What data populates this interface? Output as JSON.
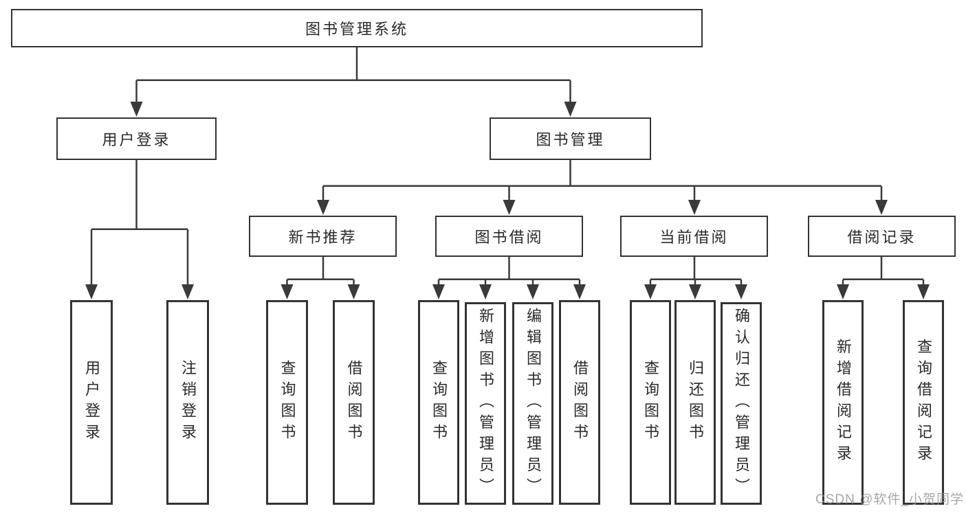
{
  "title": "图书管理系统",
  "watermark": "CSDN @软件_小贺同学",
  "colors": {
    "line": "#3a3a3a",
    "box_border": "#333333",
    "text": "#2a2a2a",
    "background": "#ffffff",
    "watermark": "#969696"
  },
  "nodes": {
    "root": {
      "label": "图书管理系统"
    },
    "user_login": {
      "label": "用户登录"
    },
    "book_mgmt": {
      "label": "图书管理"
    },
    "new_book_rec": {
      "label": "新书推荐"
    },
    "book_borrow": {
      "label": "图书借阅"
    },
    "current_borrow": {
      "label": "当前借阅"
    },
    "borrow_records": {
      "label": "借阅记录"
    },
    "leaf_user_login": {
      "label": "用户登录"
    },
    "leaf_logout": {
      "label": "注销登录"
    },
    "leaf_nbr_query": {
      "label": "查询图书"
    },
    "leaf_nbr_borrow": {
      "label": "借阅图书"
    },
    "leaf_bb_query": {
      "label": "查询图书"
    },
    "leaf_bb_add": {
      "label": "新增图书（管理员）"
    },
    "leaf_bb_edit": {
      "label": "编辑图书（管理员）"
    },
    "leaf_bb_borrow": {
      "label": "借阅图书"
    },
    "leaf_cb_query": {
      "label": "查询图书"
    },
    "leaf_cb_return": {
      "label": "归还图书"
    },
    "leaf_cb_confirm": {
      "label": "确认归还（管理员）"
    },
    "leaf_br_add": {
      "label": "新增借阅记录"
    },
    "leaf_br_query": {
      "label": "查询借阅记录"
    }
  },
  "edges": [
    [
      "root",
      "user_login"
    ],
    [
      "root",
      "book_mgmt"
    ],
    [
      "user_login",
      "leaf_user_login"
    ],
    [
      "user_login",
      "leaf_logout"
    ],
    [
      "book_mgmt",
      "new_book_rec"
    ],
    [
      "book_mgmt",
      "book_borrow"
    ],
    [
      "book_mgmt",
      "current_borrow"
    ],
    [
      "book_mgmt",
      "borrow_records"
    ],
    [
      "new_book_rec",
      "leaf_nbr_query"
    ],
    [
      "new_book_rec",
      "leaf_nbr_borrow"
    ],
    [
      "book_borrow",
      "leaf_bb_query"
    ],
    [
      "book_borrow",
      "leaf_bb_add"
    ],
    [
      "book_borrow",
      "leaf_bb_edit"
    ],
    [
      "book_borrow",
      "leaf_bb_borrow"
    ],
    [
      "current_borrow",
      "leaf_cb_query"
    ],
    [
      "current_borrow",
      "leaf_cb_return"
    ],
    [
      "current_borrow",
      "leaf_cb_confirm"
    ],
    [
      "borrow_records",
      "leaf_br_add"
    ],
    [
      "borrow_records",
      "leaf_br_query"
    ]
  ]
}
